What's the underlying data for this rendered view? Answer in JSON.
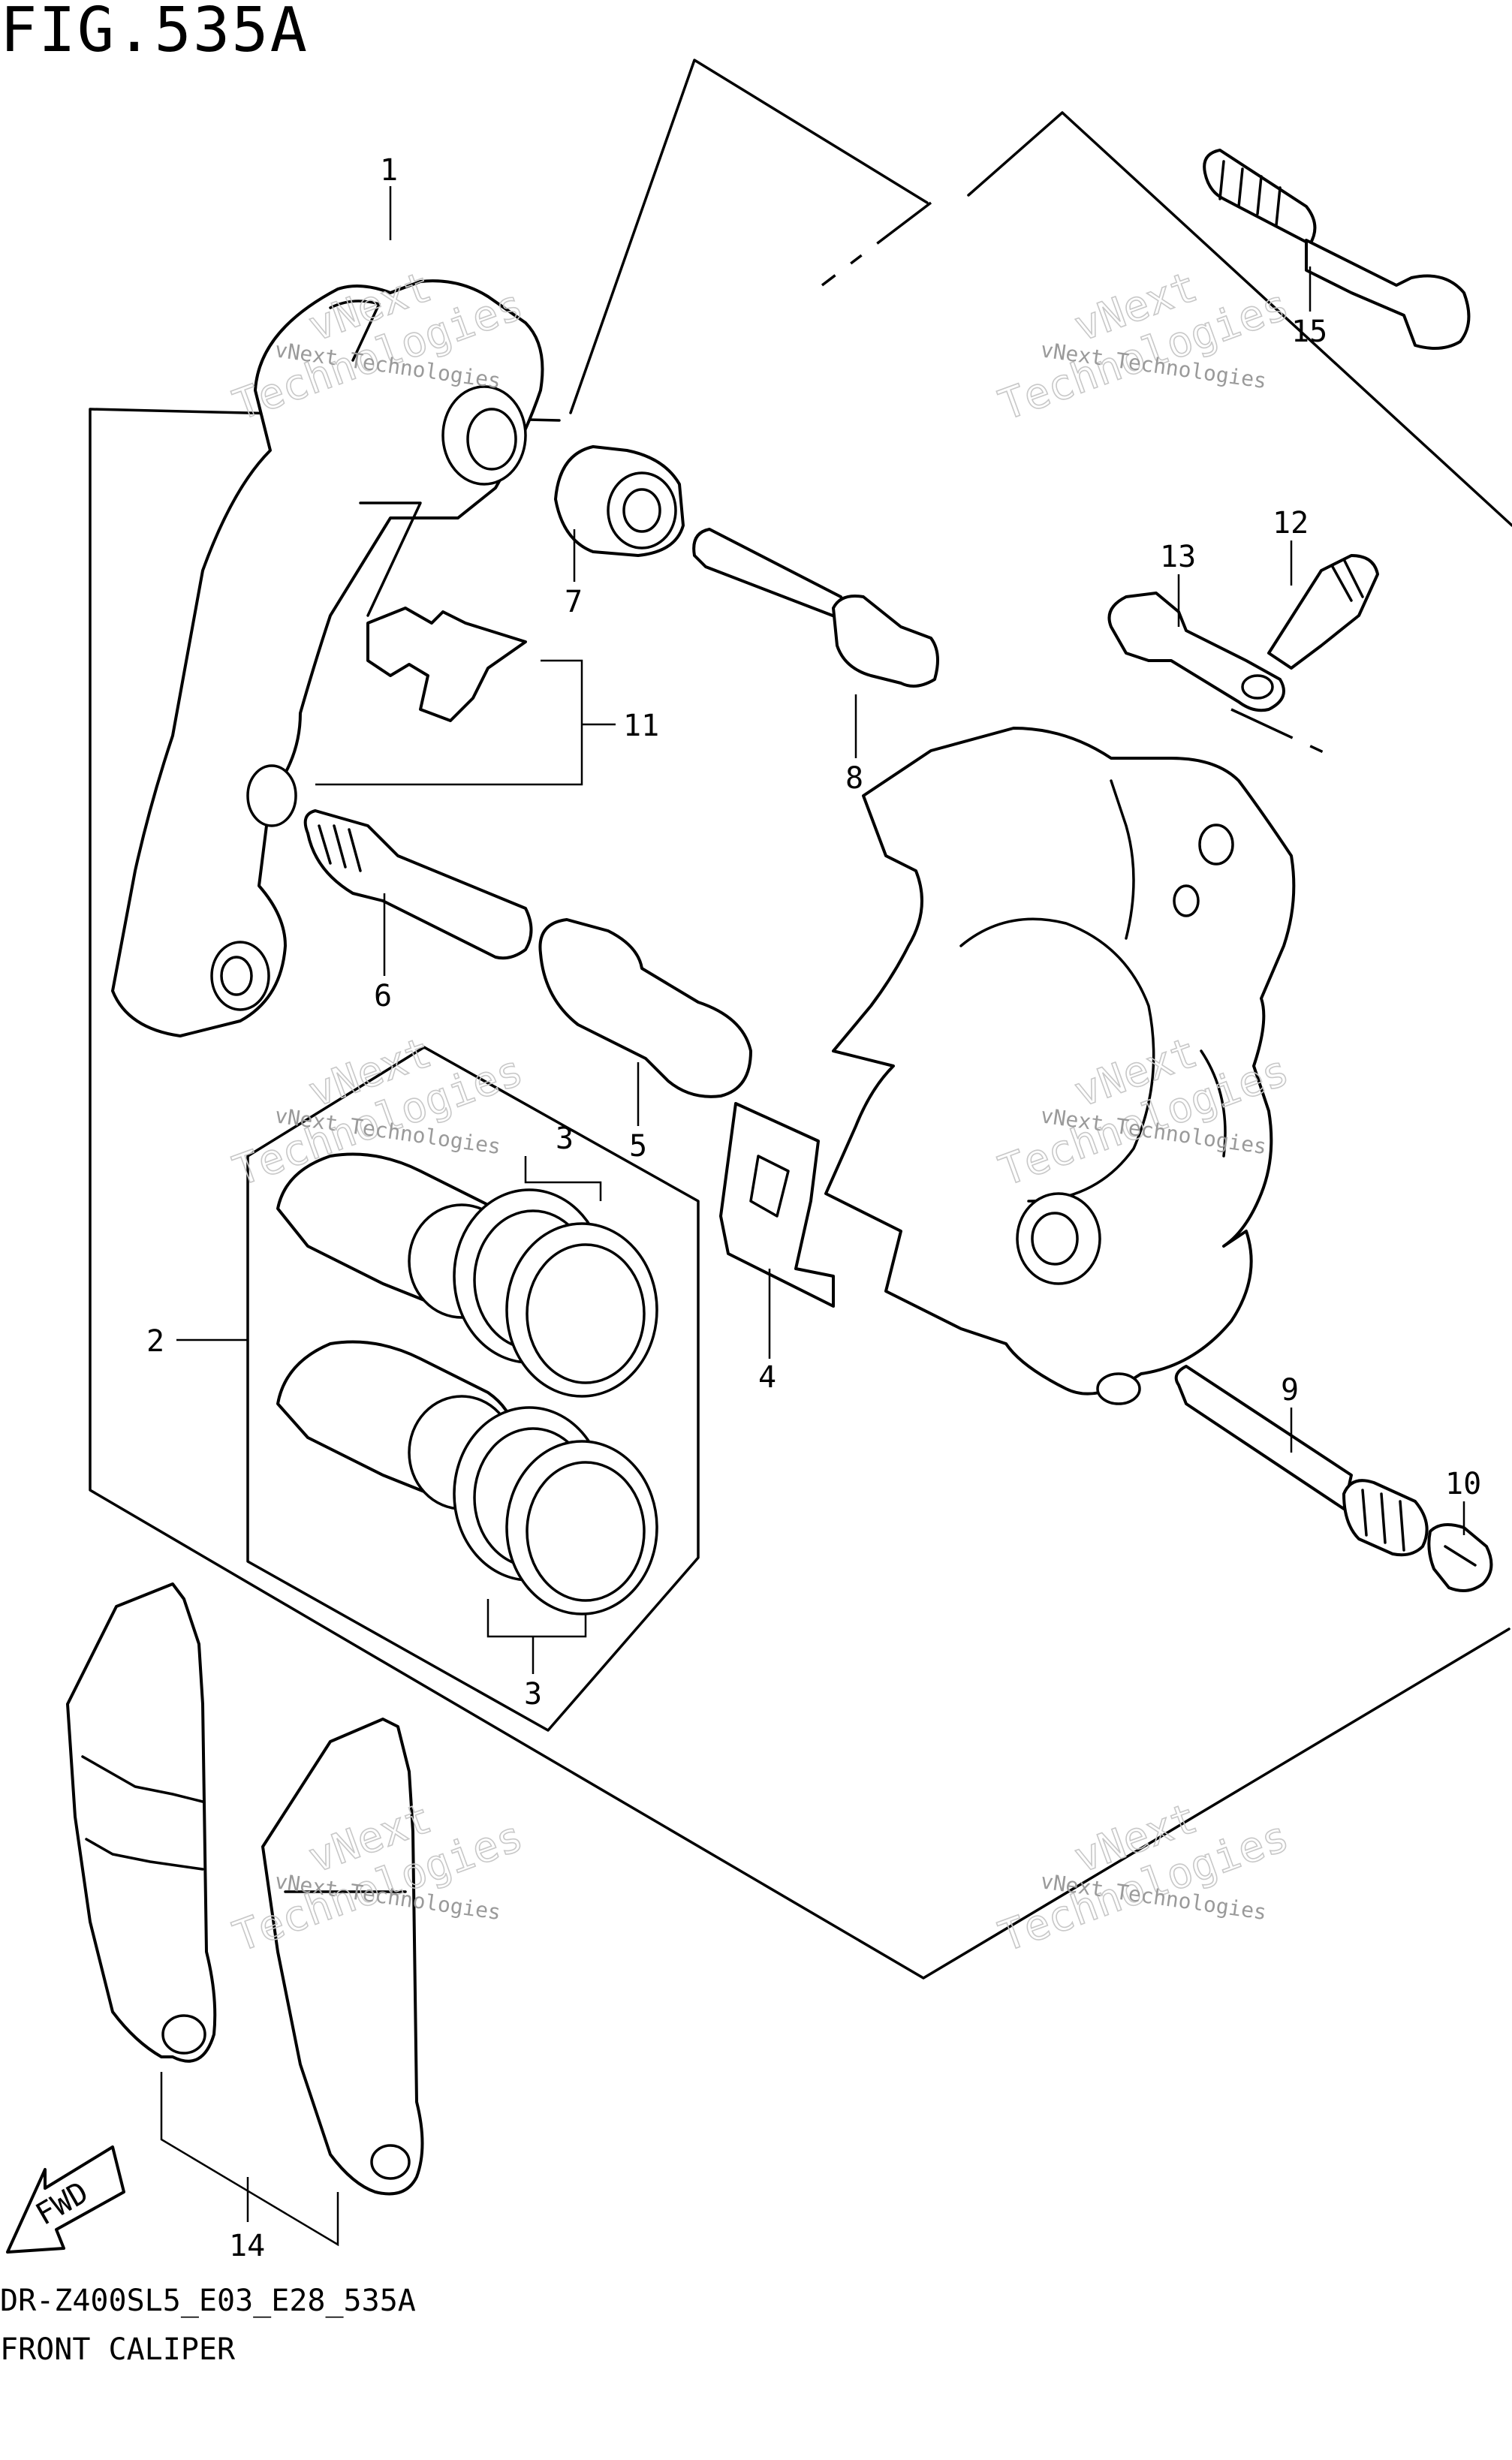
{
  "figure": {
    "title": "FIG.535A",
    "model_code": "DR-Z400SL5_E03_E28_535A",
    "caption": "FRONT CALIPER",
    "fwd_label": "FWD"
  },
  "callouts": {
    "c1": "1",
    "c2": "2",
    "c3a": "3",
    "c3b": "3",
    "c4": "4",
    "c5": "5",
    "c6": "6",
    "c7": "7",
    "c8": "8",
    "c9": "9",
    "c10": "10",
    "c11": "11",
    "c12": "12",
    "c13": "13",
    "c14": "14",
    "c15": "15"
  },
  "watermark": {
    "company": "vNext Technologies",
    "brand_lines": [
      "vNext",
      "Technologies"
    ]
  },
  "colors": {
    "ink": "#000000",
    "paper": "#ffffff",
    "watermark": "#9a9a9a"
  }
}
